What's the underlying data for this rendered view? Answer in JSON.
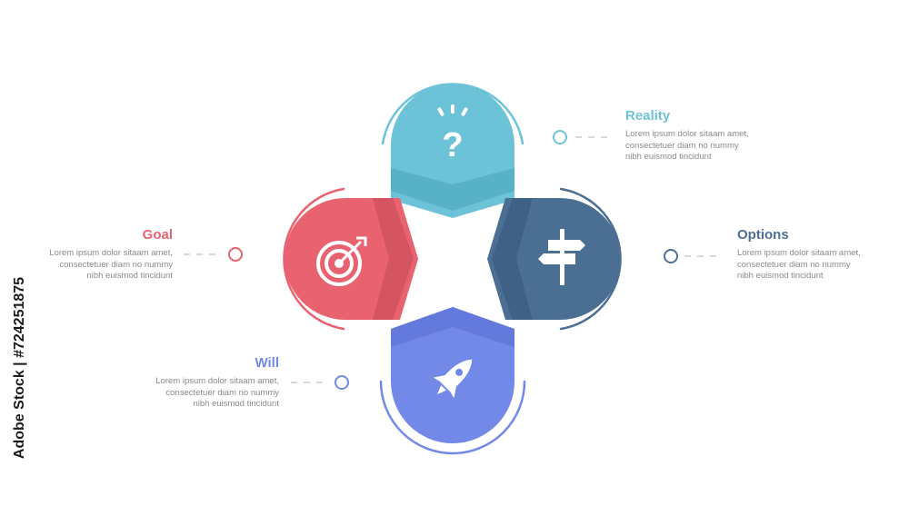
{
  "colors": {
    "reality": "#6cc2d7",
    "reality_dark": "#4ea9bf",
    "goal": "#e8626f",
    "goal_dark": "#c84a58",
    "options": "#4b6f93",
    "options_dark": "#3a5a7b",
    "will": "#7289e8",
    "will_dark": "#5d74d6",
    "text_gray": "#8a8a8a",
    "dash_gray": "#cccccc"
  },
  "items": {
    "reality": {
      "title": "Reality",
      "lines": [
        "Lorem ipsum dolor sitaam amet,",
        "consectetuer diam no nummy",
        "nibh euismod tincidunt"
      ],
      "icon": "question-icon"
    },
    "goal": {
      "title": "Goal",
      "lines": [
        "Lorem ipsum dolor sitaam amet,",
        "consectetuer diam no nummy",
        "nibh euismod tincidunt"
      ],
      "icon": "target-icon"
    },
    "options": {
      "title": "Options",
      "lines": [
        "Lorem ipsum dolor sitaam amet,",
        "consectetuer diam no nummy",
        "nibh euismod tincidunt"
      ],
      "icon": "signpost-icon"
    },
    "will": {
      "title": "Will",
      "lines": [
        "Lorem ipsum dolor sitaam amet,",
        "consectetuer diam no nummy",
        "nibh euismod tincidunt"
      ],
      "icon": "rocket-icon"
    }
  },
  "stock_id": "Adobe Stock | #724251875"
}
